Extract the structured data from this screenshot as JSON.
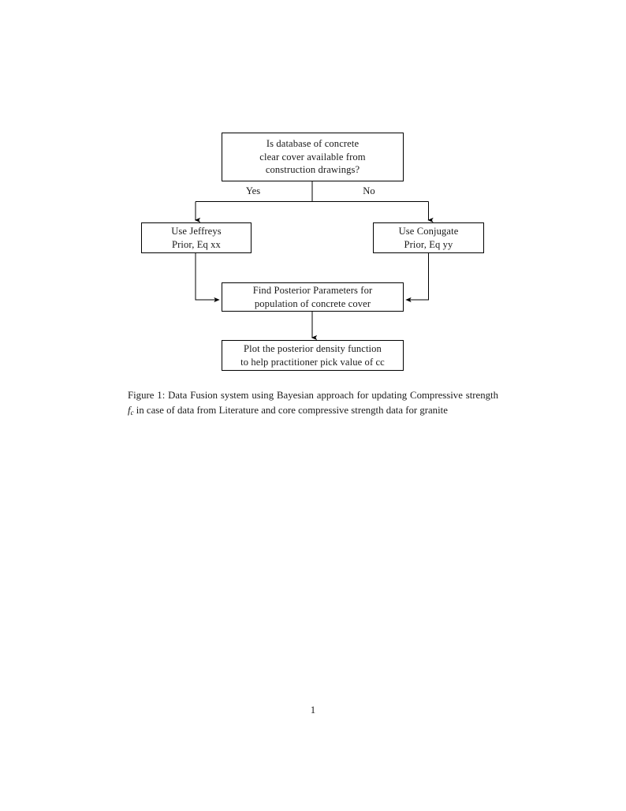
{
  "document": {
    "page_number": "1",
    "background_color": "#ffffff",
    "text_color": "#1a1a1a",
    "stroke_color": "#000000"
  },
  "figure": {
    "caption": {
      "label": "Figure 1:",
      "text_before_math": " Data Fusion system using Bayesian approach for updating Compressive strength ",
      "math_symbol": "f",
      "math_subscript": "c",
      "text_after_math": " in case of data from Literature and core compressive strength data for granite",
      "full_text": "Figure 1: Data Fusion system using Bayesian approach for updating Compressive strength fc in case of data from Literature and core compressive strength data for granite"
    },
    "flowchart": {
      "type": "flowchart",
      "nodes": [
        {
          "id": "question",
          "shape": "rectangle",
          "lines": [
            "Is database of concrete",
            "clear cover available from",
            "construction drawings?"
          ]
        },
        {
          "id": "jeffreys",
          "shape": "rectangle",
          "lines": [
            "Use Jeffreys",
            "Prior, Eq xx"
          ]
        },
        {
          "id": "conjugate",
          "shape": "rectangle",
          "lines": [
            "Use Conjugate",
            "Prior, Eq yy"
          ]
        },
        {
          "id": "posterior",
          "shape": "rectangle",
          "lines": [
            "Find Posterior Parameters for",
            "population of concrete cover"
          ]
        },
        {
          "id": "plot",
          "shape": "rectangle",
          "lines": [
            "Plot the posterior density function",
            "to help practitioner pick value of cc"
          ]
        }
      ],
      "edges": [
        {
          "id": "question-to-jeffreys",
          "from": "question",
          "to": "jeffreys",
          "label": "Yes"
        },
        {
          "id": "question-to-conjugate",
          "from": "question",
          "to": "conjugate",
          "label": "No"
        },
        {
          "id": "jeffreys-to-posterior",
          "from": "jeffreys",
          "to": "posterior",
          "label": ""
        },
        {
          "id": "conjugate-to-posterior",
          "from": "conjugate",
          "to": "posterior",
          "label": ""
        },
        {
          "id": "posterior-to-plot",
          "from": "posterior",
          "to": "plot",
          "label": ""
        }
      ],
      "branch_labels": {
        "yes": "Yes",
        "no": "No"
      }
    }
  }
}
